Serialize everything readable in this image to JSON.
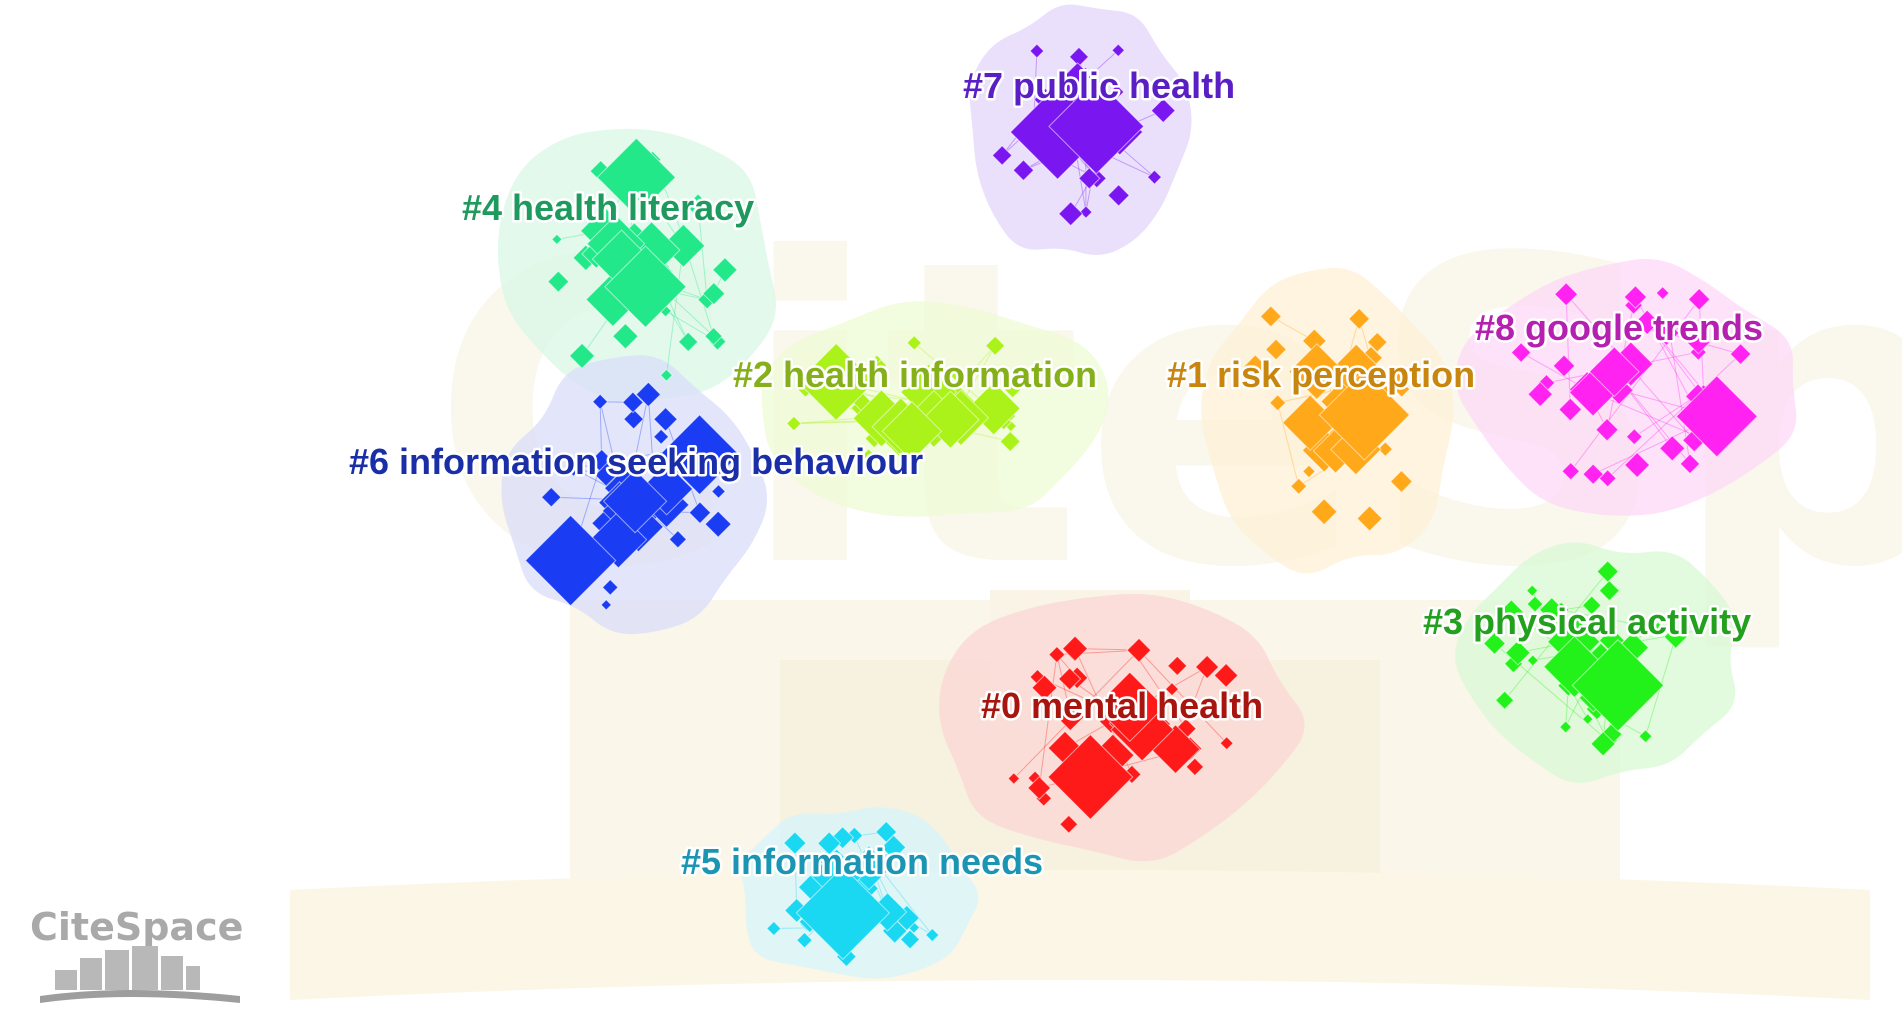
{
  "app": {
    "logo_text": "CiteSpace",
    "watermark_text": "CiteSpace"
  },
  "clusters": [
    {
      "id": "c7",
      "label": "#7 public health",
      "label_color": "#5a1fc4",
      "node_color": "#7a16f0",
      "hull_color": "#e3d6fb",
      "seed": 7
    },
    {
      "id": "c4",
      "label": "#4 health literacy",
      "label_color": "#1f9a5e",
      "node_color": "#22e88a",
      "hull_color": "#d8f7e6",
      "seed": 4
    },
    {
      "id": "c2",
      "label": "#2 health information",
      "label_color": "#86b01a",
      "node_color": "#aaf21a",
      "hull_color": "#eefbd4",
      "seed": 2
    },
    {
      "id": "c1",
      "label": "#1 risk perception",
      "label_color": "#c8860e",
      "node_color": "#ffa81a",
      "hull_color": "#fdf0d6",
      "seed": 1
    },
    {
      "id": "c8",
      "label": "#8 google trends",
      "label_color": "#b520b0",
      "node_color": "#ff22f0",
      "hull_color": "#fcd8f7",
      "seed": 8
    },
    {
      "id": "c6",
      "label": "#6 information seeking behaviour",
      "label_color": "#1a2ea8",
      "node_color": "#1a3cf2",
      "hull_color": "#d9ddfa",
      "seed": 6
    },
    {
      "id": "c3",
      "label": "#3 physical activity",
      "label_color": "#23a01e",
      "node_color": "#22f21a",
      "hull_color": "#d8f9d4",
      "seed": 3
    },
    {
      "id": "c0",
      "label": "#0 mental health",
      "label_color": "#a8140e",
      "node_color": "#ff1a1a",
      "hull_color": "#fbd6d4",
      "seed": 11
    },
    {
      "id": "c5",
      "label": "#5 information needs",
      "label_color": "#1a96b4",
      "node_color": "#1ad8f2",
      "hull_color": "#d6f4fb",
      "seed": 5
    }
  ]
}
